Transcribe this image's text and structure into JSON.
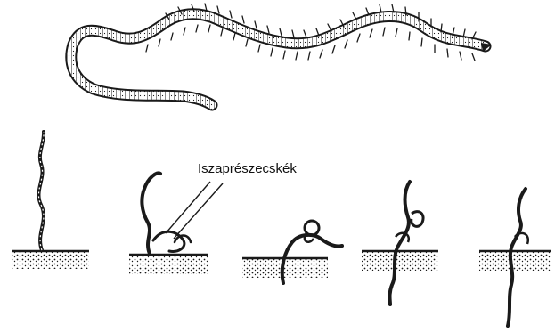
{
  "label": "Iszaprészecskék",
  "colors": {
    "ink": "#1a1a1a",
    "background": "#ffffff"
  },
  "icons": [
    "worm-illustration",
    "burrowing-stages"
  ]
}
